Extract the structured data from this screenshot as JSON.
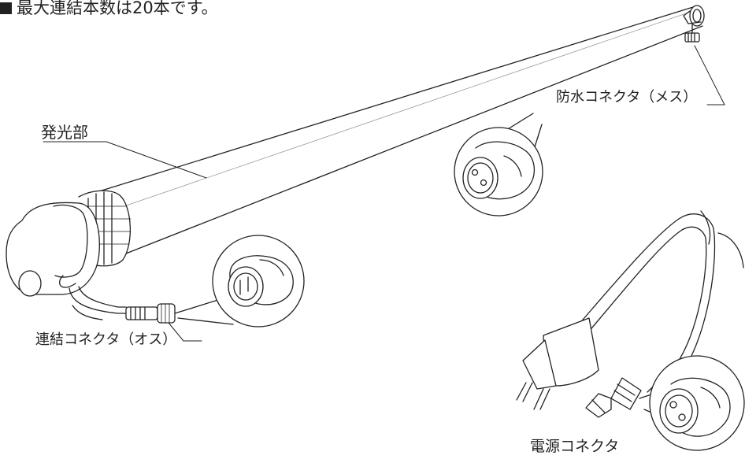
{
  "header": {
    "note": "最大連結本数は20本です。"
  },
  "labels": {
    "emitter": "発光部",
    "female_connector": "防水コネクタ（メス）",
    "male_connector": "連結コネクタ（オス）",
    "power_connector": "電源コネクタ"
  },
  "colors": {
    "line": "#222222",
    "background": "#ffffff"
  }
}
